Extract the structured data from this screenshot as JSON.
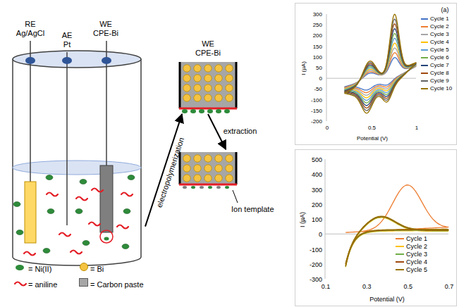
{
  "diagram": {
    "nodes": [
      {
        "text": [
          "RE Ag/AgCl",
          "AE Pt",
          "WE CPE-Bi"
        ]
      },
      {
        "text": [
          "WE CPE-Bi"
        ]
      },
      {
        "text": [
          "Ion template"
        ]
      },
      {
        "text": [
          "(a)",
          "300",
          "250",
          "200",
          "150",
          "100",
          "50",
          "0",
          "-50",
          "-100",
          "-150",
          "-200",
          "0",
          "0.5",
          "1",
          "I (µA)",
          "Potential (V)",
          "Cycle 1",
          "Cycle 2",
          "Cycle 3",
          "Cycle 4",
          "Cycle 5",
          "Cycle 6",
          "Cycle 7",
          "Cycle 8",
          "Cycle 9",
          "Cycle 10"
        ]
      },
      {
        "text": [
          "500",
          "400",
          "300",
          "200",
          "100",
          "0",
          "-100",
          "-200",
          "-300",
          "0.1",
          "0.3",
          "0.5",
          "0.7",
          "I (µA)",
          "Potential (V)",
          "Cycle 1",
          "Cycle 2",
          "Cycle 3",
          "Cycle 4",
          "Cycle 5"
        ]
      }
    ],
    "edges": [
      {
        "from": 0,
        "to": 1,
        "label": "electropolymerization",
        "arrow": "to"
      },
      {
        "from": 1,
        "to": 2,
        "label": "extraction",
        "arrow": "to"
      }
    ],
    "legend": [
      {
        "text": "= Ni(II)",
        "color": "#2e8b3a"
      },
      {
        "text": "= aniline"
      },
      {
        "text": "= Bi",
        "color": "#f5c342"
      },
      {
        "text": "= Carbon paste",
        "color": "#a6a6a6"
      }
    ]
  }
}
